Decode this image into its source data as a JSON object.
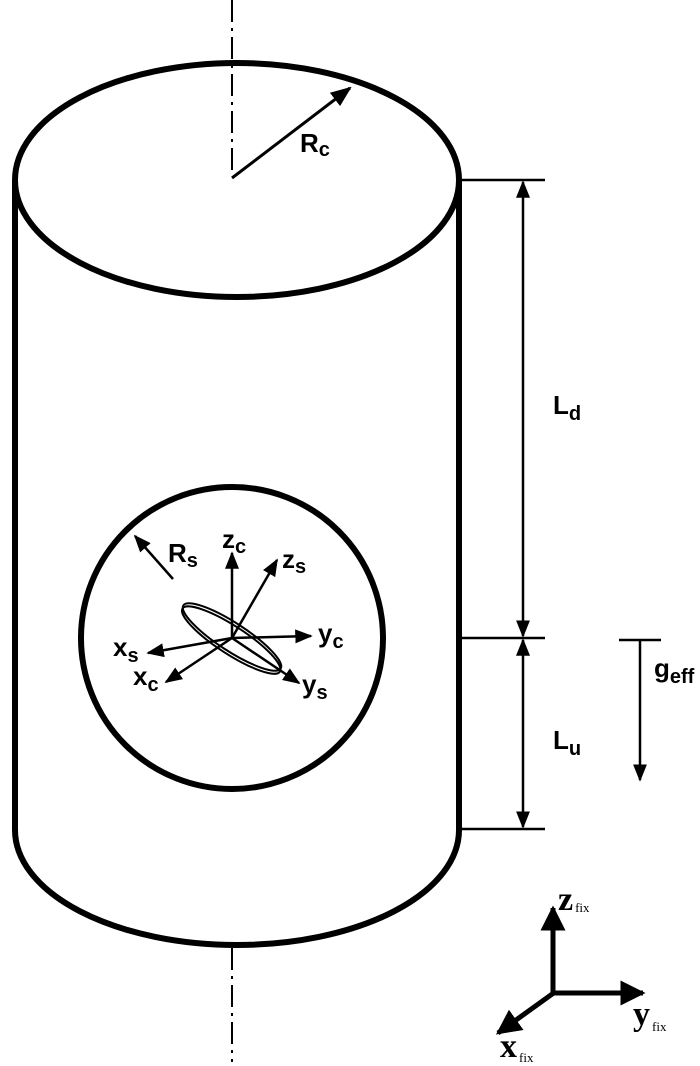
{
  "labels": {
    "Rc": {
      "main": "R",
      "sub": "c"
    },
    "Rs": {
      "main": "R",
      "sub": "s"
    },
    "Ld": {
      "main": "L",
      "sub": "d"
    },
    "Lu": {
      "main": "L",
      "sub": "u"
    },
    "geff": {
      "main": "g",
      "sub": "eff"
    },
    "zc": {
      "main": "z",
      "sub": "c"
    },
    "zs": {
      "main": "z",
      "sub": "s"
    },
    "yc": {
      "main": "y",
      "sub": "c"
    },
    "ys": {
      "main": "y",
      "sub": "s"
    },
    "xc": {
      "main": "x",
      "sub": "c"
    },
    "xs": {
      "main": "x",
      "sub": "s"
    },
    "zfix": {
      "main": "z",
      "sub": "fix"
    },
    "yfix": {
      "main": "y",
      "sub": "fix"
    },
    "xfix": {
      "main": "x",
      "sub": "fix"
    }
  },
  "colors": {
    "stroke": "#000000",
    "background": "#ffffff"
  }
}
